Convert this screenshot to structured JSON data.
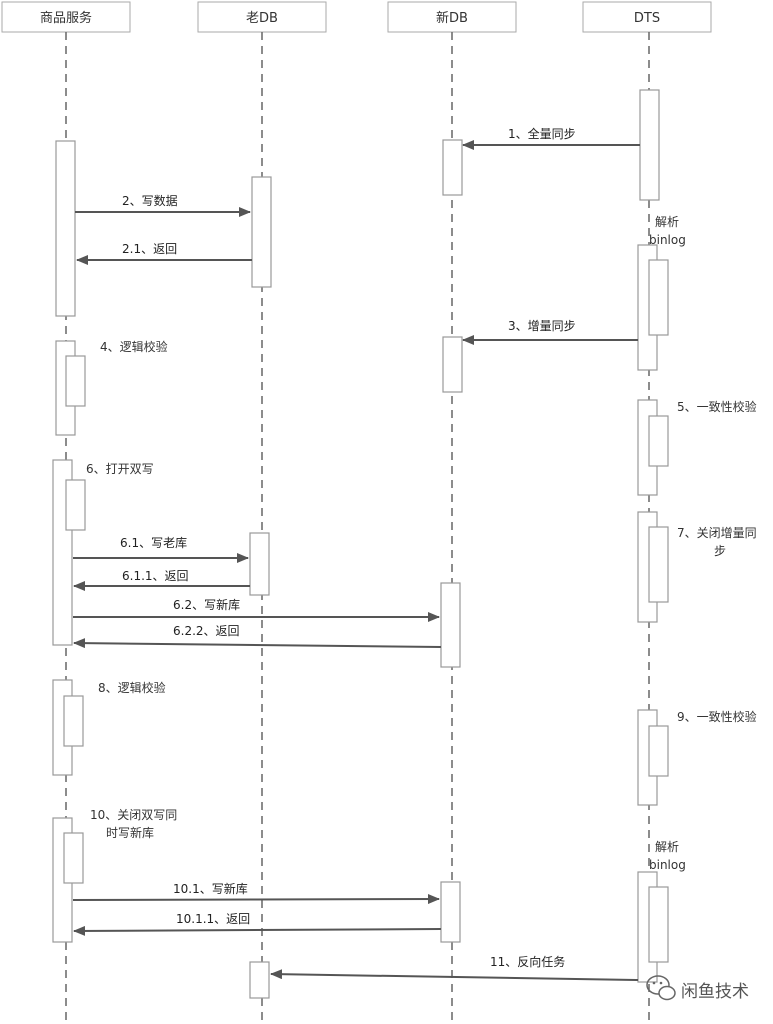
{
  "participants": [
    {
      "id": "svc",
      "label": "商品服务"
    },
    {
      "id": "old",
      "label": "老DB"
    },
    {
      "id": "new",
      "label": "新DB"
    },
    {
      "id": "dts",
      "label": "DTS"
    }
  ],
  "messages": [
    {
      "label": "1、全量同步",
      "from": "dts",
      "to": "new"
    },
    {
      "label": "2、写数据",
      "from": "svc",
      "to": "old"
    },
    {
      "label": "2.1、返回",
      "from": "old",
      "to": "svc"
    },
    {
      "label": "3、增量同步",
      "from": "dts",
      "to": "new"
    },
    {
      "label": "6.1、写老库",
      "from": "svc",
      "to": "old"
    },
    {
      "label": "6.1.1、返回",
      "from": "old",
      "to": "svc"
    },
    {
      "label": "6.2、写新库",
      "from": "svc",
      "to": "new"
    },
    {
      "label": "6.2.2、返回",
      "from": "new",
      "to": "svc"
    },
    {
      "label": "10.1、写新库",
      "from": "svc",
      "to": "new"
    },
    {
      "label": "10.1.1、返回",
      "from": "new",
      "to": "svc"
    },
    {
      "label": "11、反向任务",
      "from": "dts",
      "to": "old"
    }
  ],
  "notes": {
    "parse_binlog_1": [
      "解析",
      "binlog"
    ],
    "step4": [
      "4、逻辑校验"
    ],
    "step5": [
      "5、一致性校验"
    ],
    "step6": [
      "6、打开双写"
    ],
    "step7": [
      "7、关闭增量同",
      "步"
    ],
    "step8": [
      "8、逻辑校验"
    ],
    "step9": [
      "9、一致性校验"
    ],
    "step10": [
      "10、关闭双写同",
      "时写新库"
    ],
    "parse_binlog_2": [
      "解析",
      "binlog"
    ]
  },
  "watermark": {
    "text": "闲鱼技术",
    "icon": "wechat-icon"
  },
  "colors": {
    "line": "#666666",
    "box": "#aaaaaa",
    "arrow": "#555555",
    "text": "#222222"
  }
}
